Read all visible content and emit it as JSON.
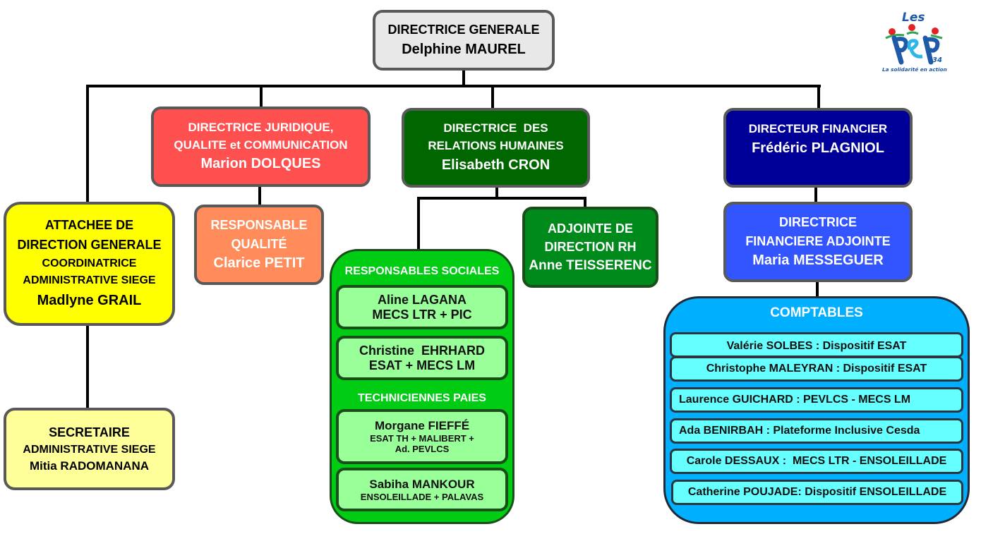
{
  "logo": {
    "brand": "Les PEP",
    "number": "34",
    "tagline": "La solidarité en action",
    "colors": {
      "blue": "#1e5aa8",
      "red": "#e32226",
      "green": "#2fa84f",
      "cyan": "#2fb6e8"
    }
  },
  "colors": {
    "connector": "#000000",
    "border": "#595959",
    "general": "#e8e8e8",
    "juridique": "#ff5050",
    "qualite": "#ff8c5a",
    "rh": "#006600",
    "adjoint_rh": "#008a1c",
    "sociales_group": "#00cc14",
    "sociales_card": "#99ff99",
    "attachee": "#ffff00",
    "secretaire": "#ffff99",
    "finance": "#000099",
    "finance_adjoint": "#3355ff",
    "comptables_group": "#00b0ff",
    "comptables_card": "#66ffff"
  },
  "nodes": {
    "general": {
      "title": "DIRECTRICE GENERALE",
      "name": "Delphine MAUREL"
    },
    "juridique": {
      "title_1": "DIRECTRICE JURIDIQUE,",
      "title_2": "QUALITE et COMMUNICATION",
      "name": "Marion DOLQUES"
    },
    "qualite": {
      "title_1": "RESPONSABLE",
      "title_2": "QUALITÉ",
      "name": "Clarice PETIT"
    },
    "rh": {
      "title_1": "DIRECTRICE  DES",
      "title_2": "RELATIONS HUMAINES",
      "name": "Elisabeth CRON"
    },
    "adjoint_rh": {
      "title_1": "ADJOINTE DE",
      "title_2": "DIRECTION RH",
      "name": "Anne TEISSERENC"
    },
    "finance": {
      "title": "DIRECTEUR FINANCIER",
      "name": "Frédéric PLAGNIOL"
    },
    "finance_adjoint": {
      "title_1": "DIRECTRICE",
      "title_2": "FINANCIERE ADJOINTE",
      "name": "Maria MESSEGUER"
    },
    "attachee": {
      "title_1": "ATTACHEE DE",
      "title_2": "DIRECTION GENERALE",
      "title_3": "COORDINATRICE",
      "title_4": "ADMINISTRATIVE SIEGE",
      "name": "Madlyne GRAIL"
    },
    "secretaire": {
      "title_1": "SECRETAIRE",
      "title_2": "ADMINISTRATIVE SIEGE",
      "name": "Mitia RADOMANANA"
    }
  },
  "sociales": {
    "title": "RESPONSABLES SOCIALES",
    "members": [
      {
        "name": "Aline LAGANA",
        "scope": "MECS LTR + PIC"
      },
      {
        "name": "Christine  EHRHARD",
        "scope": "ESAT + MECS LM"
      }
    ],
    "paie_title": "TECHNICIENNES PAIES",
    "paie_members": [
      {
        "name": "Morgane FIEFFÉ",
        "scope_1": "ESAT TH + MALIBERT +",
        "scope_2": "Ad. PEVLCS"
      },
      {
        "name": "Sabiha MANKOUR",
        "scope_1": "ENSOLEILLADE + PALAVAS"
      }
    ]
  },
  "comptables": {
    "title": "COMPTABLES",
    "members": [
      "Valérie SOLBES : Dispositif ESAT",
      "Christophe MALEYRAN : Dispositif ESAT",
      "Laurence GUICHARD : PEVLCS - MECS LM",
      "Ada BENIRBAH : Plateforme Inclusive Cesda",
      "Carole DESSAUX :  MECS LTR - ENSOLEILLADE",
      "Catherine POUJADE: Dispositif ENSOLEILLADE"
    ]
  }
}
